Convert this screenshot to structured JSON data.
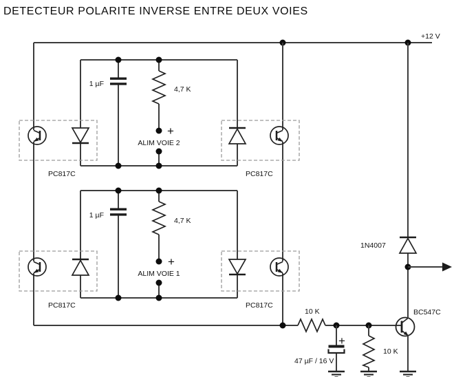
{
  "title": "DETECTEUR POLARITE INVERSE ENTRE DEUX VOIES",
  "supply_label": "+12 V",
  "channel2": {
    "capacitor_value": "1 µF",
    "resistor_value": "4,7 K",
    "polarity_plus": "+",
    "terminal_label": "ALIM VOIE 2",
    "opto_left_ref": "PC817C",
    "opto_right_ref": "PC817C"
  },
  "channel1": {
    "capacitor_value": "1 µF",
    "resistor_value": "4,7 K",
    "polarity_plus": "+",
    "terminal_label": "ALIM VOIE 1",
    "opto_left_ref": "PC817C",
    "opto_right_ref": "PC817C"
  },
  "output_stage": {
    "protection_diode_ref": "1N4007",
    "transistor_ref": "BC547C",
    "base_resistor_value": "10 K",
    "pulldown_resistor_value": "10 K",
    "filter_capacitor_value": "47 µF / 16 V",
    "filter_capacitor_plus": "+"
  },
  "colors": {
    "wire": "#3c3c3c",
    "component": "#222222",
    "text": "#111111",
    "dashed_box": "#9b9b9b",
    "background": "#ffffff"
  }
}
